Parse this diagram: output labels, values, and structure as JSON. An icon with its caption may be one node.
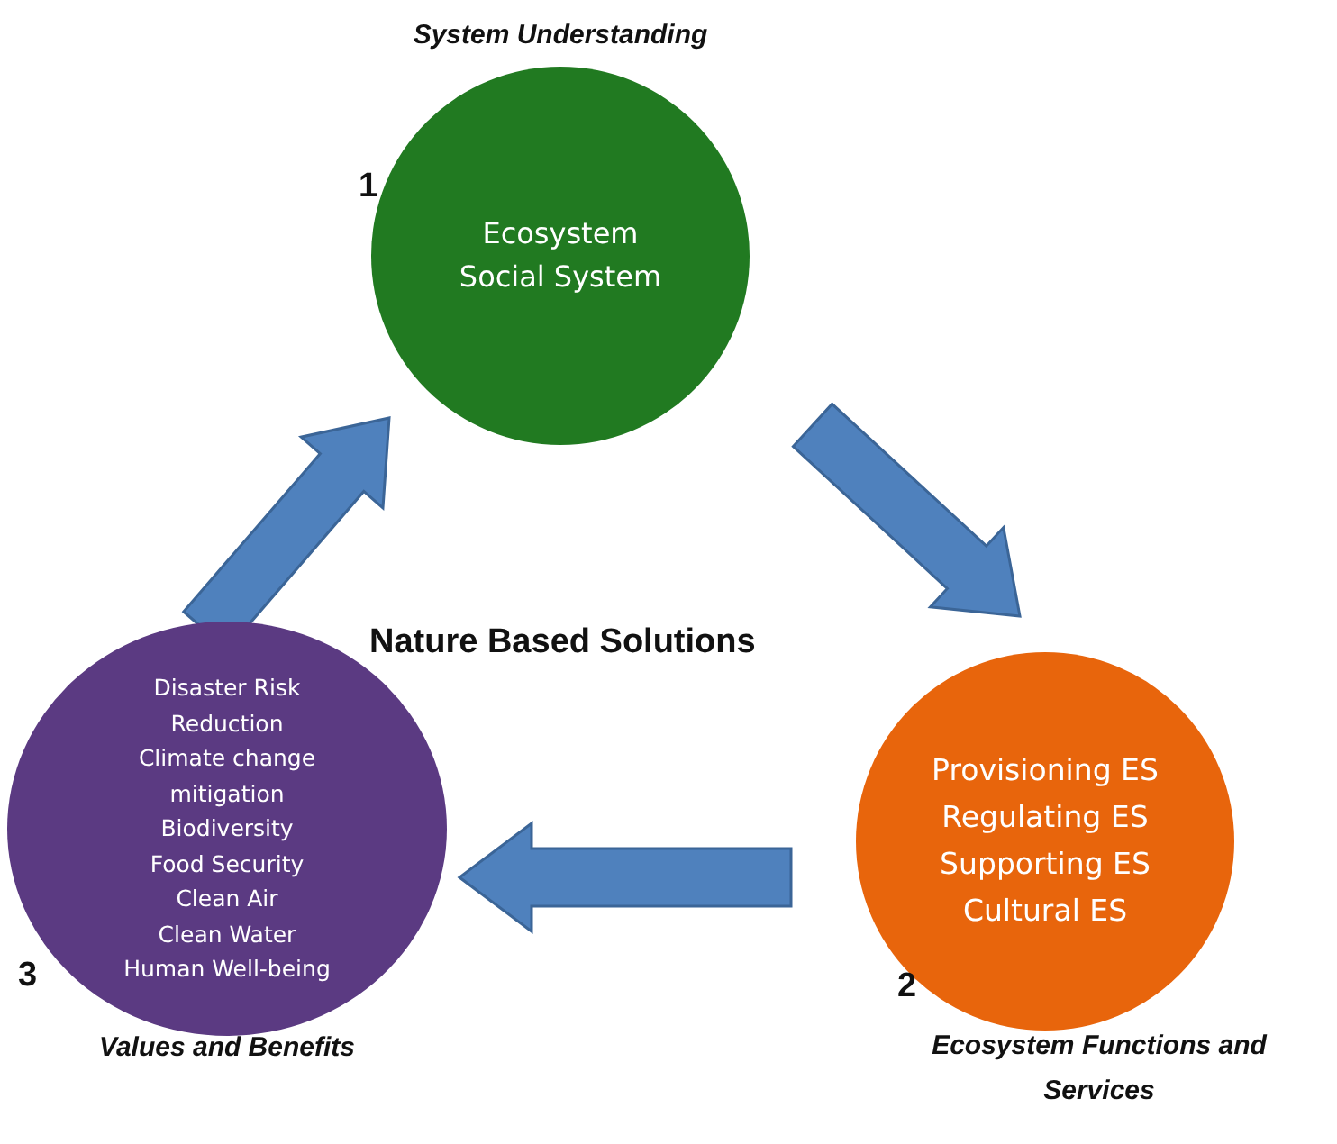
{
  "diagram": {
    "nodes": [
      {
        "text": [
          "System Understanding",
          "Ecosystem",
          "Social System"
        ]
      },
      {
        "text": [
          "Provisioning ES",
          "Regulating ES",
          "Supporting ES",
          "Cultural ES",
          "Ecosystem Functions and Services"
        ]
      },
      {
        "text": [
          "Disaster Risk Reduction",
          "Climate change mitigation",
          "Biodiversity",
          "Food Security",
          "Clean Air",
          "Clean Water",
          "Human Well-being",
          "Values and Benefits"
        ]
      }
    ],
    "edges": [
      {
        "from": 0,
        "to": 1,
        "arrow": "to"
      },
      {
        "from": 1,
        "to": 2,
        "arrow": "to"
      },
      {
        "from": 2,
        "to": 0,
        "arrow": "to"
      }
    ],
    "labels": [
      "1",
      "Nature Based Solutions",
      "3",
      "2"
    ]
  }
}
